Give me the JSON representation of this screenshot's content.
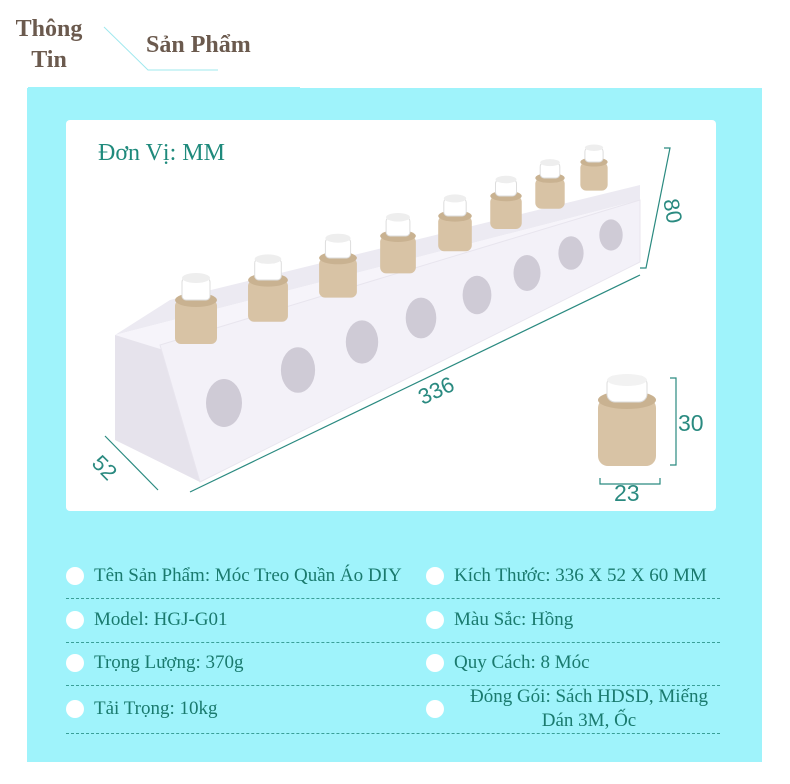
{
  "header": {
    "title_main": "Thông Tin",
    "title_sub": "Sản Phẩm"
  },
  "image": {
    "unit_label": "Đơn Vị: MM",
    "dims": {
      "length": "336",
      "width": "52",
      "height": "80",
      "hook_height": "30",
      "hook_diameter": "23"
    },
    "colors": {
      "panel": "#9ff3fb",
      "hook": "#d8c3a5",
      "block": "#f4f2f8"
    }
  },
  "specs": [
    {
      "left": "Tên Sản Phẩm: Móc Treo Quần Áo DIY",
      "right": "Kích Thước: 336 X 52 X 60 MM"
    },
    {
      "left": "Model: HGJ-G01",
      "right": "Màu Sắc: Hồng"
    },
    {
      "left": "Trọng Lượng: 370g",
      "right": "Quy Cách: 8  Móc"
    },
    {
      "left": "Tải Trọng: 10kg",
      "right": "Đóng Gói: Sách HDSD, Miếng Dán 3M, Ốc"
    }
  ]
}
